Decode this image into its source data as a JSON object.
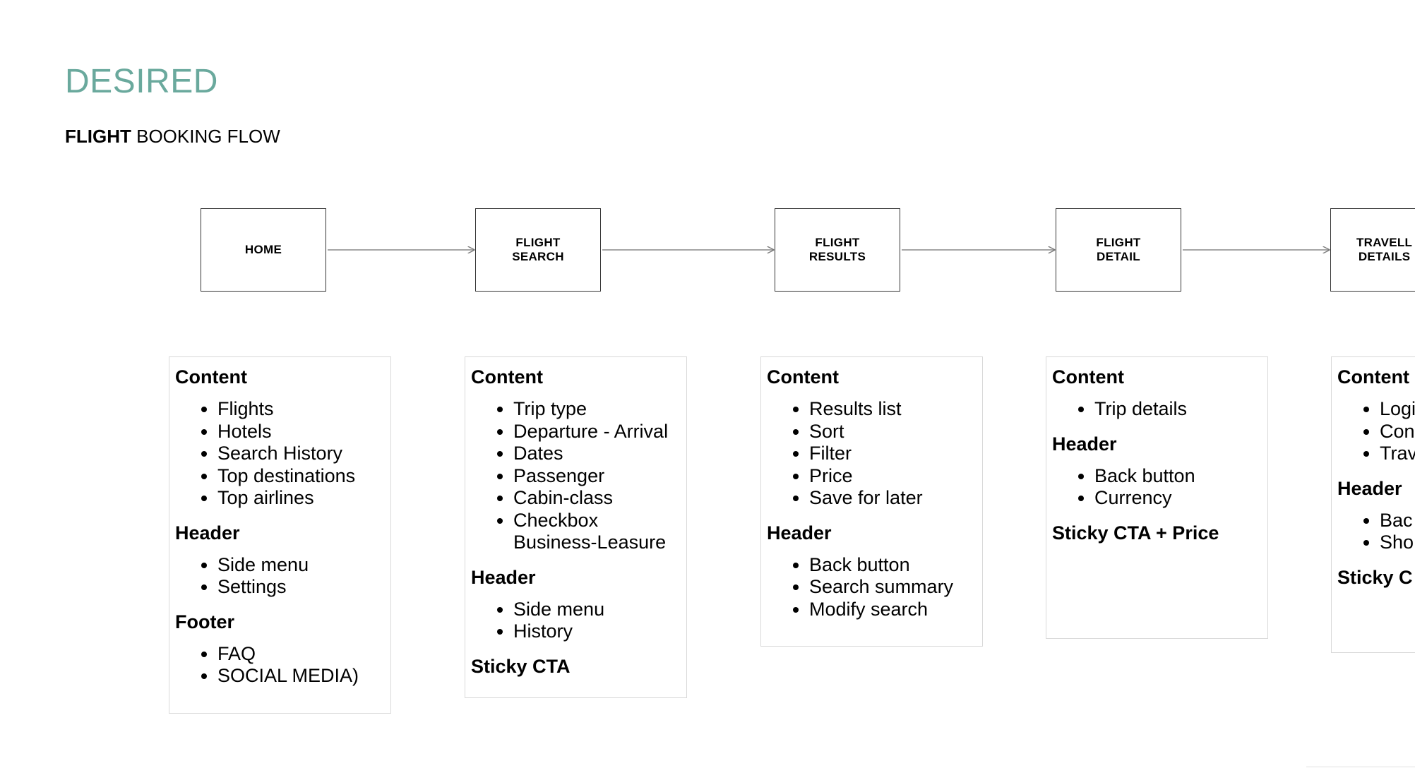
{
  "header": {
    "title": "DESIRED",
    "subtitle_bold": "FLIGHT",
    "subtitle_rest": " BOOKING FLOW"
  },
  "colors": {
    "title": "#6aa99d",
    "border": "#333333",
    "card_border": "#d9d9d9"
  },
  "flow": {
    "nodes": [
      {
        "label": "HOME"
      },
      {
        "label": "FLIGHT\nSEARCH"
      },
      {
        "label": "FLIGHT\nRESULTS"
      },
      {
        "label": "FLIGHT\nDETAIL"
      },
      {
        "label": "TRAVELL\nDETAILS"
      }
    ]
  },
  "cards": [
    {
      "sections": [
        {
          "title": "Content",
          "items": [
            "Flights",
            "Hotels",
            "Search History",
            "Top destinations",
            "Top airlines"
          ]
        },
        {
          "title": "Header",
          "items": [
            "Side menu",
            "Settings"
          ]
        },
        {
          "title": "Footer",
          "items": [
            "FAQ",
            "SOCIAL MEDIA)"
          ]
        }
      ]
    },
    {
      "sections": [
        {
          "title": "Content",
          "items": [
            "Trip type",
            "Departure - Arrival",
            "Dates",
            "Passenger",
            "Cabin-class",
            "Checkbox Business-Leasure"
          ]
        },
        {
          "title": "Header",
          "items": [
            "Side menu",
            "History"
          ]
        },
        {
          "title": "Sticky CTA",
          "items": []
        }
      ]
    },
    {
      "sections": [
        {
          "title": "Content",
          "items": [
            "Results list",
            "Sort",
            "Filter",
            "Price",
            "Save for later"
          ]
        },
        {
          "title": "Header",
          "items": [
            "Back button",
            "Search summary",
            "Modify search"
          ]
        }
      ]
    },
    {
      "sections": [
        {
          "title": "Content",
          "items": [
            "Trip details"
          ]
        },
        {
          "title": "Header",
          "items": [
            "Back button",
            "Currency"
          ]
        },
        {
          "title": "Sticky CTA + Price",
          "items": []
        }
      ]
    },
    {
      "sections": [
        {
          "title": "Content",
          "items": [
            "Logi",
            "Con",
            "Trav"
          ]
        },
        {
          "title": "Header",
          "items": [
            "Bac",
            "Sho"
          ]
        },
        {
          "title": "Sticky C",
          "items": []
        }
      ]
    }
  ]
}
